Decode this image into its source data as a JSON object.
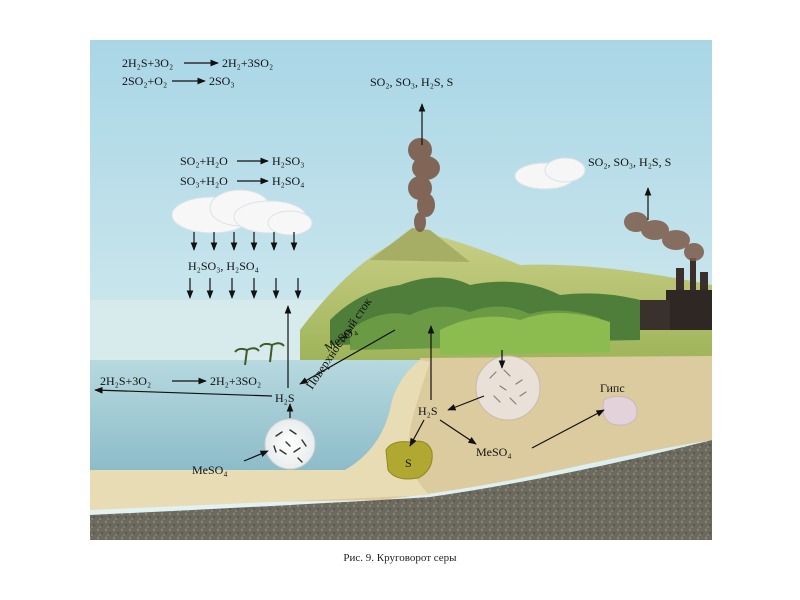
{
  "figure": {
    "caption": "Рис. 9. Круговорот серы",
    "colors": {
      "sky_top": "#a9d6e6",
      "sky_bottom": "#dff0f2",
      "sea": "#9cc7d3",
      "sand": "#e3d6b0",
      "soil": "#d8c8a0",
      "rock": "#6e6a5c",
      "grass": "#b7c768",
      "forest": "#4f7d3a",
      "smoke": "#7b5a48",
      "sulfur": "#b0a830",
      "gypsum": "#e3d2d9"
    }
  },
  "labels": {
    "eq_oxid_1": "2H₂S+3O₂",
    "eq_oxid_1_prod": "2H₂+3SO₂",
    "eq_oxid_2": "2SO₂+O₂",
    "eq_oxid_2_prod": "2SO₃",
    "volcano_emission": "SO₂, SO₃, H₂S, S",
    "factory_emission": "SO₂, SO₃, H₂S, S",
    "eq_rain_1": "SO₂+H₂O",
    "eq_rain_1_prod": "H₂SO₃",
    "eq_rain_2": "SO₃+H₂O",
    "eq_rain_2_prod": "H₂SO₄",
    "acid_rain": "H₂SO₃, H₂SO₄",
    "eq_sea_oxid": "2H₂S+3O₂",
    "eq_sea_oxid_prod": "2H₂+3SO₂",
    "h2s_sea": "H₂S",
    "meso4_sea": "MeSO₄",
    "meso4_runoff": "MeSO₄",
    "surface_runoff": "Поверхностный сток",
    "h2s_soil": "H₂S",
    "sulfur": "S",
    "meso4_soil": "MeSO₄",
    "gypsum": "Гипс"
  }
}
